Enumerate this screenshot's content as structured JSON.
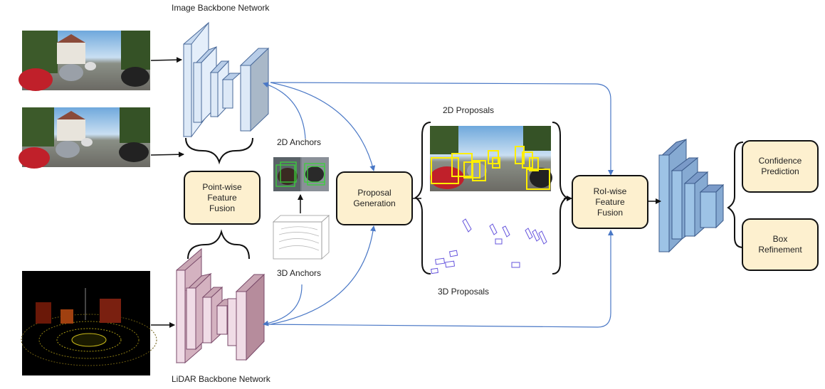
{
  "labels": {
    "image_backbone": "Image Backbone Network",
    "lidar_backbone": "LiDAR Backbone Network",
    "anchors_2d": "2D Anchors",
    "anchors_3d": "3D Anchors",
    "proposals_2d": "2D Proposals",
    "proposals_3d": "3D Proposals"
  },
  "boxes": {
    "pointwise": "Point-wise\nFeature\nFusion",
    "proposal": "Proposal\nGeneration",
    "roiwise": "RoI-wise\nFeature\nFusion",
    "confidence": "Confidence\nPrediction",
    "box_refinement": "Box\nRefinement"
  },
  "colors": {
    "box_fill": "#fdf0cf",
    "image_net": "#dde9f7",
    "lidar_net": "#f0dce6",
    "head_net": "#9dc3e6",
    "arrow_blue": "#4a78c6",
    "anchor_green": "#3bd13b",
    "proposal_yellow": "#ffee00",
    "proposal_3d": "#6655dd"
  }
}
